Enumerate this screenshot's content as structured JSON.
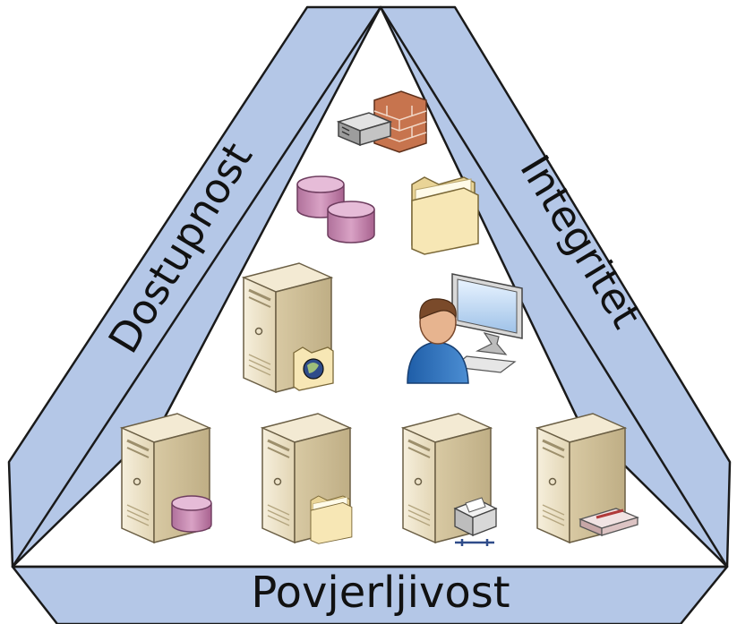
{
  "diagram": {
    "labels": {
      "left": "Dostupnost",
      "right": "Integritet",
      "bottom": "Povjerljivost"
    },
    "colors": {
      "band": "#b4c7e7",
      "band_stroke": "#1a1a1a",
      "server_body": "#efe6cf",
      "database": "#c98bb3",
      "folder": "#f7e7b5",
      "person_shirt": "#2f6fb5",
      "firewall": "#c7744e"
    },
    "icons": [
      "router-firewall-icon",
      "database-icon",
      "folder-icon",
      "web-server-icon",
      "user-workstation-icon",
      "database-server-icon",
      "file-server-icon",
      "print-server-icon",
      "fax-server-icon"
    ]
  }
}
